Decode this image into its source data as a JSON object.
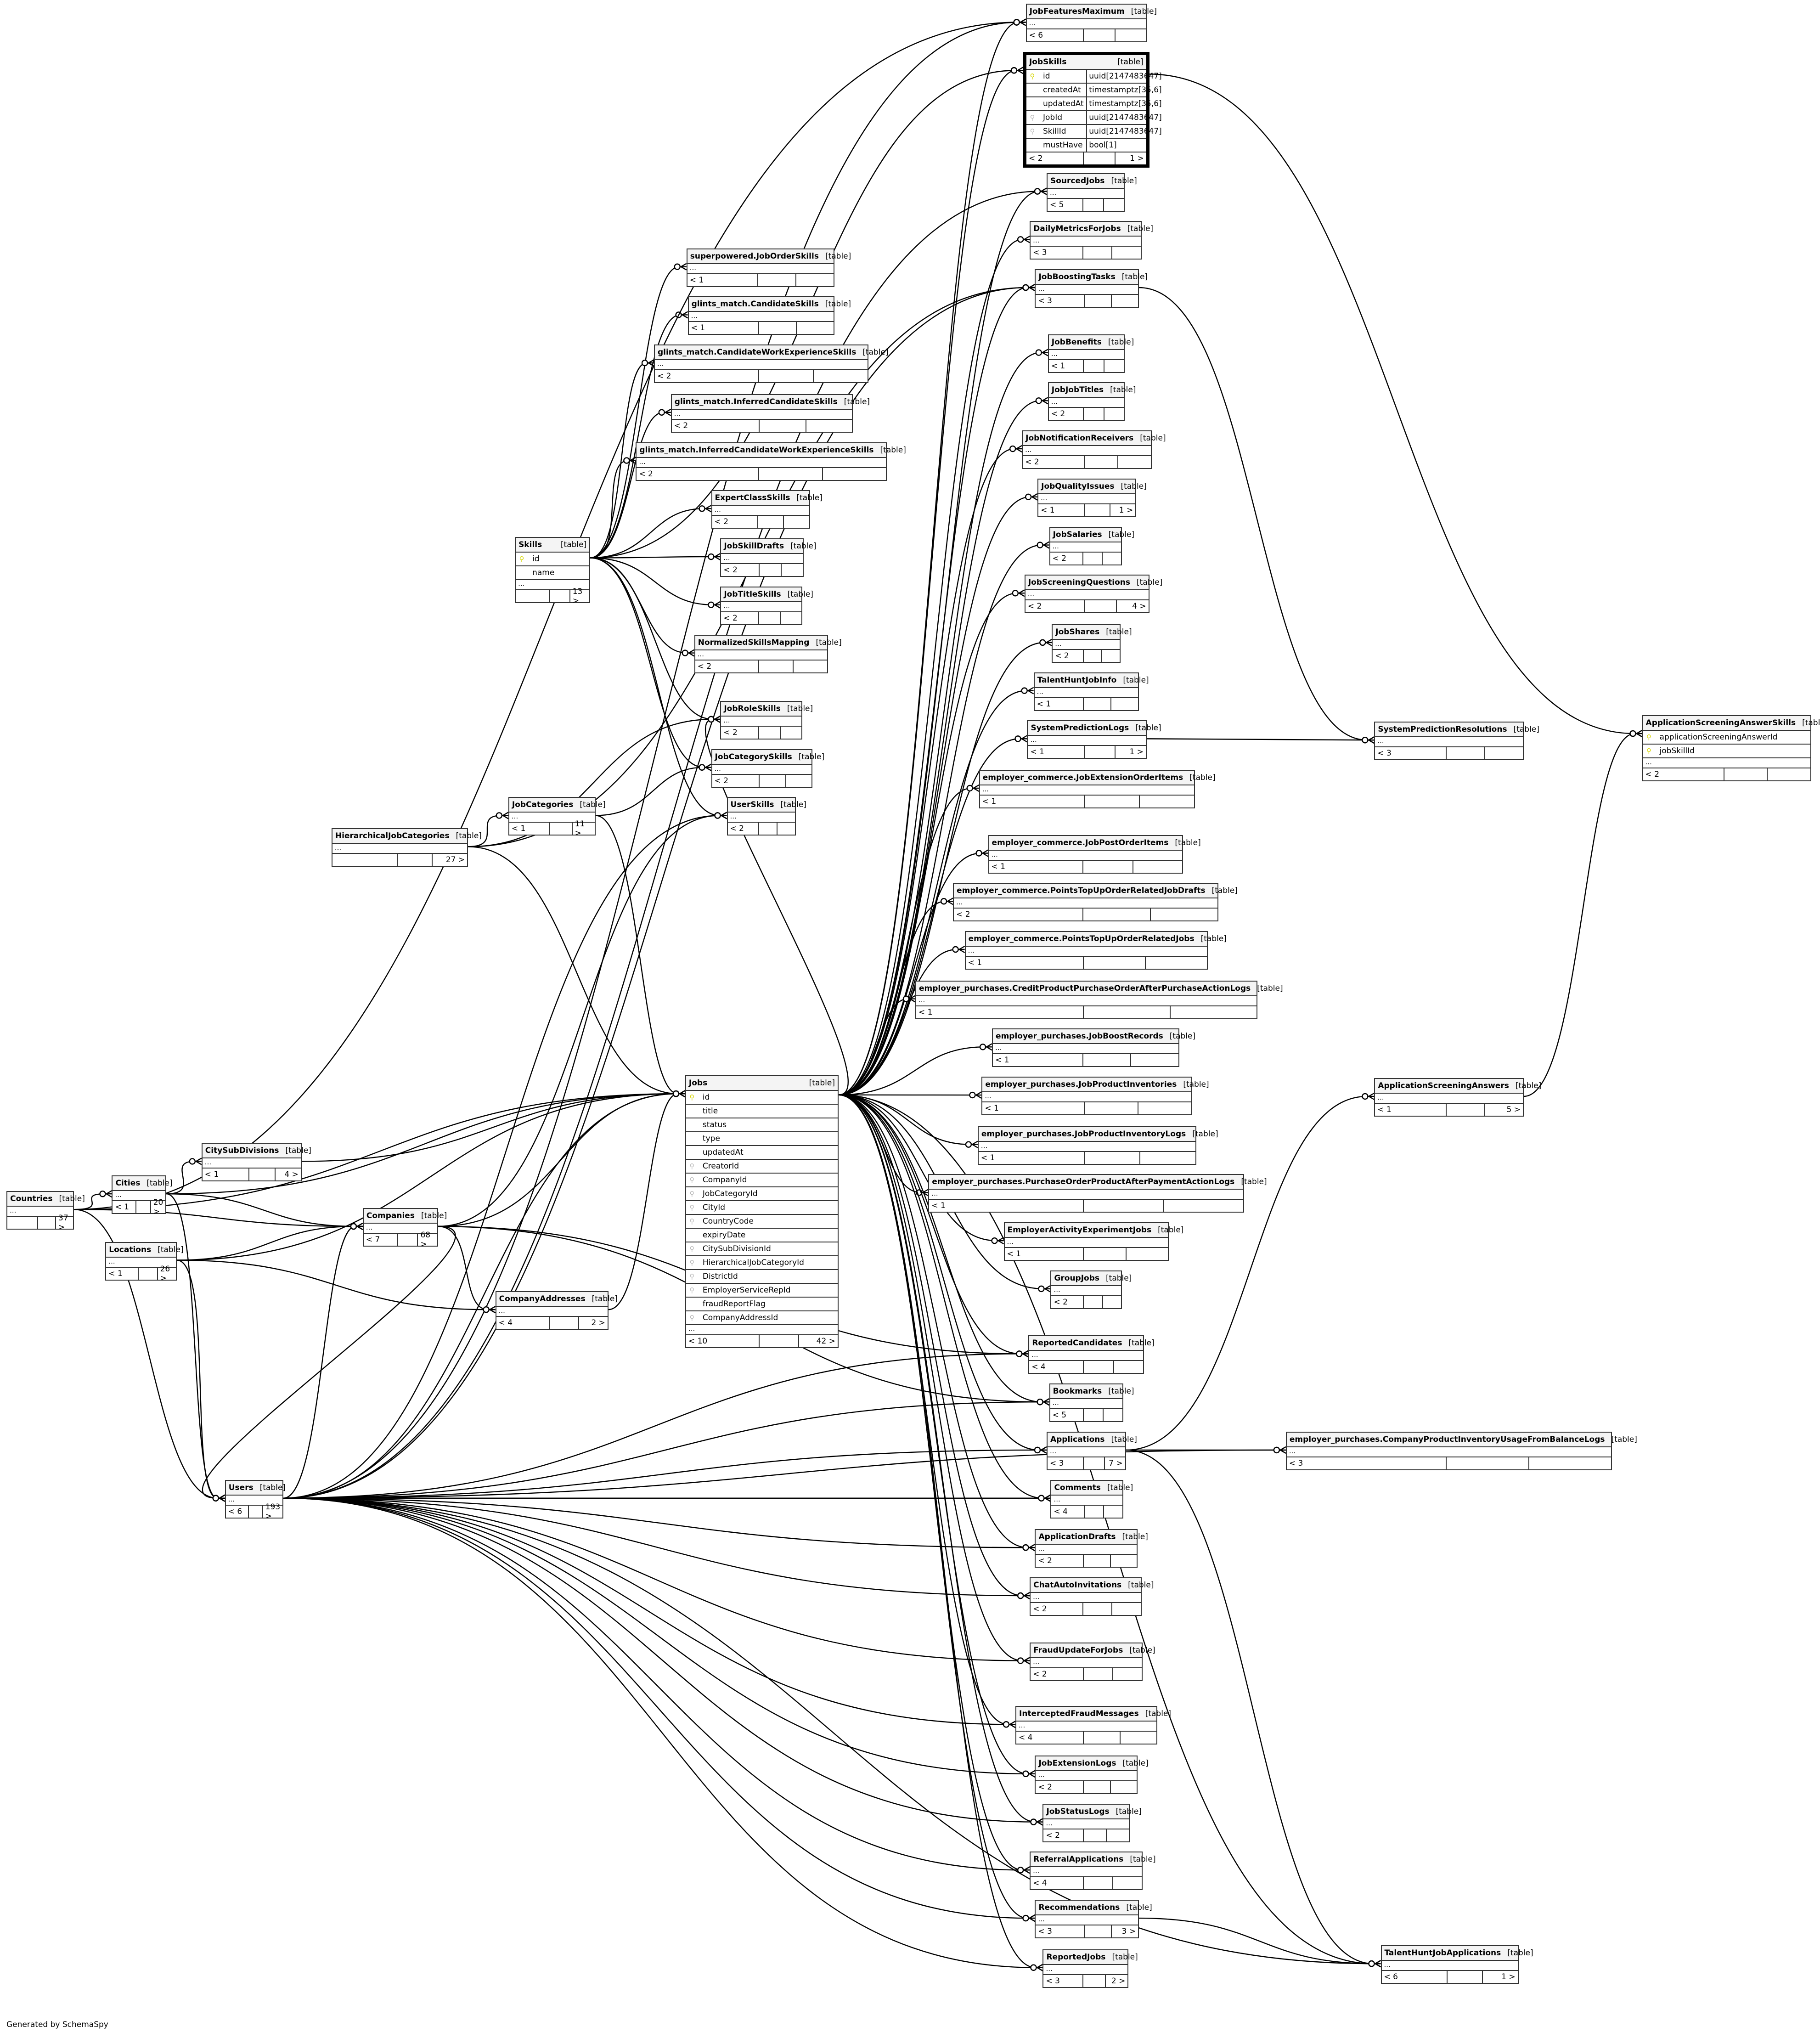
{
  "footer_text": "Generated by SchemaSpy",
  "table_type_label": "[table]",
  "tables": [
    {
      "name": "JobFeaturesMaximum",
      "ellipsis": "...",
      "footer": [
        "< 6",
        "",
        ""
      ]
    },
    {
      "name": "JobSkills",
      "columns": [
        {
          "name": "id",
          "key": "pk",
          "type": "uuid[2147483647]"
        },
        {
          "name": "createdAt",
          "key": "none",
          "type": "timestamptz[35,6]"
        },
        {
          "name": "updatedAt",
          "key": "none",
          "type": "timestamptz[35,6]"
        },
        {
          "name": "JobId",
          "key": "fk",
          "type": "uuid[2147483647]"
        },
        {
          "name": "SkillId",
          "key": "fk",
          "type": "uuid[2147483647]"
        },
        {
          "name": "mustHave",
          "key": "none",
          "type": "bool[1]"
        }
      ],
      "footer": [
        "< 2",
        "",
        "1 >"
      ]
    },
    {
      "name": "SourcedJobs",
      "ellipsis": "...",
      "footer": [
        "< 5",
        "",
        ""
      ]
    },
    {
      "name": "DailyMetricsForJobs",
      "ellipsis": "...",
      "footer": [
        "< 3",
        "",
        ""
      ]
    },
    {
      "name": "JobBoostingTasks",
      "ellipsis": "...",
      "footer": [
        "< 3",
        "",
        ""
      ]
    },
    {
      "name": "JobBenefits",
      "ellipsis": "...",
      "footer": [
        "< 1",
        "",
        ""
      ]
    },
    {
      "name": "JobJobTitles",
      "ellipsis": "...",
      "footer": [
        "< 2",
        "",
        ""
      ]
    },
    {
      "name": "JobNotificationReceivers",
      "ellipsis": "...",
      "footer": [
        "< 2",
        "",
        ""
      ]
    },
    {
      "name": "JobQualityIssues",
      "ellipsis": "...",
      "footer": [
        "< 1",
        "",
        "1 >"
      ]
    },
    {
      "name": "JobSalaries",
      "ellipsis": "...",
      "footer": [
        "< 2",
        "",
        ""
      ]
    },
    {
      "name": "JobScreeningQuestions",
      "ellipsis": "...",
      "footer": [
        "< 2",
        "",
        "4 >"
      ]
    },
    {
      "name": "JobShares",
      "ellipsis": "...",
      "footer": [
        "< 2",
        "",
        ""
      ]
    },
    {
      "name": "TalentHuntJobInfo",
      "ellipsis": "...",
      "footer": [
        "< 1",
        "",
        ""
      ]
    },
    {
      "name": "SystemPredictionLogs",
      "ellipsis": "...",
      "footer": [
        "< 1",
        "",
        "1 >"
      ]
    },
    {
      "name": "employer_commerce.JobExtensionOrderItems",
      "ellipsis": "...",
      "footer": [
        "< 1",
        "",
        ""
      ]
    },
    {
      "name": "employer_commerce.JobPostOrderItems",
      "ellipsis": "...",
      "footer": [
        "< 1",
        "",
        ""
      ]
    },
    {
      "name": "employer_commerce.PointsTopUpOrderRelatedJobDrafts",
      "ellipsis": "...",
      "footer": [
        "< 2",
        "",
        ""
      ]
    },
    {
      "name": "employer_commerce.PointsTopUpOrderRelatedJobs",
      "ellipsis": "...",
      "footer": [
        "< 1",
        "",
        ""
      ]
    },
    {
      "name": "employer_purchases.CreditProductPurchaseOrderAfterPurchaseActionLogs",
      "ellipsis": "...",
      "footer": [
        "< 1",
        "",
        ""
      ]
    },
    {
      "name": "employer_purchases.JobBoostRecords",
      "ellipsis": "...",
      "footer": [
        "< 1",
        "",
        ""
      ]
    },
    {
      "name": "employer_purchases.JobProductInventories",
      "ellipsis": "...",
      "footer": [
        "< 1",
        "",
        ""
      ]
    },
    {
      "name": "employer_purchases.JobProductInventoryLogs",
      "ellipsis": "...",
      "footer": [
        "< 1",
        "",
        ""
      ]
    },
    {
      "name": "employer_purchases.PurchaseOrderProductAfterPaymentActionLogs",
      "ellipsis": "...",
      "footer": [
        "< 1",
        "",
        ""
      ]
    },
    {
      "name": "EmployerActivityExperimentJobs",
      "ellipsis": "...",
      "footer": [
        "< 1",
        "",
        ""
      ]
    },
    {
      "name": "GroupJobs",
      "ellipsis": "...",
      "footer": [
        "< 2",
        "",
        ""
      ]
    },
    {
      "name": "ReportedCandidates",
      "ellipsis": "...",
      "footer": [
        "< 4",
        "",
        ""
      ]
    },
    {
      "name": "Bookmarks",
      "ellipsis": "...",
      "footer": [
        "< 5",
        "",
        ""
      ]
    },
    {
      "name": "Applications",
      "ellipsis": "...",
      "footer": [
        "< 3",
        "",
        "7 >"
      ]
    },
    {
      "name": "Comments",
      "ellipsis": "...",
      "footer": [
        "< 4",
        "",
        ""
      ]
    },
    {
      "name": "ApplicationDrafts",
      "ellipsis": "...",
      "footer": [
        "< 2",
        "",
        ""
      ]
    },
    {
      "name": "ChatAutoInvitations",
      "ellipsis": "...",
      "footer": [
        "< 2",
        "",
        ""
      ]
    },
    {
      "name": "FraudUpdateForJobs",
      "ellipsis": "...",
      "footer": [
        "< 2",
        "",
        ""
      ]
    },
    {
      "name": "InterceptedFraudMessages",
      "ellipsis": "...",
      "footer": [
        "< 4",
        "",
        ""
      ]
    },
    {
      "name": "JobExtensionLogs",
      "ellipsis": "...",
      "footer": [
        "< 2",
        "",
        ""
      ]
    },
    {
      "name": "JobStatusLogs",
      "ellipsis": "...",
      "footer": [
        "< 2",
        "",
        ""
      ]
    },
    {
      "name": "ReferralApplications",
      "ellipsis": "...",
      "footer": [
        "< 4",
        "",
        ""
      ]
    },
    {
      "name": "Recommendations",
      "ellipsis": "...",
      "footer": [
        "< 3",
        "",
        "3 >"
      ]
    },
    {
      "name": "ReportedJobs",
      "ellipsis": "...",
      "footer": [
        "< 3",
        "",
        "2 >"
      ]
    },
    {
      "name": "superpowered.JobOrderSkills",
      "ellipsis": "...",
      "footer": [
        "< 1",
        "",
        ""
      ]
    },
    {
      "name": "glints_match.CandidateSkills",
      "ellipsis": "...",
      "footer": [
        "< 1",
        "",
        ""
      ]
    },
    {
      "name": "glints_match.CandidateWorkExperienceSkills",
      "ellipsis": "...",
      "footer": [
        "< 2",
        "",
        ""
      ]
    },
    {
      "name": "glints_match.InferredCandidateSkills",
      "ellipsis": "...",
      "footer": [
        "< 2",
        "",
        ""
      ]
    },
    {
      "name": "glints_match.InferredCandidateWorkExperienceSkills",
      "ellipsis": "...",
      "footer": [
        "< 2",
        "",
        ""
      ]
    },
    {
      "name": "ExpertClassSkills",
      "ellipsis": "...",
      "footer": [
        "< 2",
        "",
        ""
      ]
    },
    {
      "name": "JobSkillDrafts",
      "ellipsis": "...",
      "footer": [
        "< 2",
        "",
        ""
      ]
    },
    {
      "name": "JobTitleSkills",
      "ellipsis": "...",
      "footer": [
        "< 2",
        "",
        ""
      ]
    },
    {
      "name": "NormalizedSkillsMapping",
      "ellipsis": "...",
      "footer": [
        "< 2",
        "",
        ""
      ]
    },
    {
      "name": "JobRoleSkills",
      "ellipsis": "...",
      "footer": [
        "< 2",
        "",
        ""
      ]
    },
    {
      "name": "JobCategorySkills",
      "ellipsis": "...",
      "footer": [
        "< 2",
        "",
        ""
      ]
    },
    {
      "name": "UserSkills",
      "ellipsis": "...",
      "footer": [
        "< 2",
        "",
        ""
      ]
    },
    {
      "name": "JobCategories",
      "ellipsis": "...",
      "footer": [
        "< 1",
        "",
        "11 >"
      ]
    },
    {
      "name": "HierarchicalJobCategories",
      "ellipsis": "...",
      "footer": [
        "",
        "",
        "27 >"
      ]
    },
    {
      "name": "Skills",
      "columns": [
        {
          "name": "id",
          "key": "pk"
        },
        {
          "name": "name",
          "key": "none"
        }
      ],
      "ellipsis": "...",
      "footer": [
        "",
        "",
        "13 >"
      ]
    },
    {
      "name": "Jobs",
      "columns": [
        {
          "name": "id",
          "key": "pk"
        },
        {
          "name": "title",
          "key": "none"
        },
        {
          "name": "status",
          "key": "none"
        },
        {
          "name": "type",
          "key": "none"
        },
        {
          "name": "updatedAt",
          "key": "none"
        },
        {
          "name": "CreatorId",
          "key": "fk"
        },
        {
          "name": "CompanyId",
          "key": "fk"
        },
        {
          "name": "JobCategoryId",
          "key": "fk"
        },
        {
          "name": "CityId",
          "key": "fk"
        },
        {
          "name": "CountryCode",
          "key": "fk"
        },
        {
          "name": "expiryDate",
          "key": "none"
        },
        {
          "name": "CitySubDivisionId",
          "key": "fk"
        },
        {
          "name": "HierarchicalJobCategoryId",
          "key": "fk"
        },
        {
          "name": "DistrictId",
          "key": "fk"
        },
        {
          "name": "EmployerServiceRepId",
          "key": "fk"
        },
        {
          "name": "fraudReportFlag",
          "key": "none"
        },
        {
          "name": "CompanyAddressId",
          "key": "fk"
        }
      ],
      "ellipsis": "...",
      "footer": [
        "< 10",
        "",
        "42 >"
      ]
    },
    {
      "name": "Countries",
      "ellipsis": "...",
      "footer": [
        "",
        "",
        "37 >"
      ]
    },
    {
      "name": "Cities",
      "ellipsis": "...",
      "footer": [
        "< 1",
        "",
        "20 >"
      ]
    },
    {
      "name": "CitySubDivisions",
      "ellipsis": "...",
      "footer": [
        "< 1",
        "",
        "4 >"
      ]
    },
    {
      "name": "Locations",
      "ellipsis": "...",
      "footer": [
        "< 1",
        "",
        "26 >"
      ]
    },
    {
      "name": "Companies",
      "ellipsis": "...",
      "footer": [
        "< 7",
        "",
        "68 >"
      ]
    },
    {
      "name": "CompanyAddresses",
      "ellipsis": "...",
      "footer": [
        "< 4",
        "",
        "2 >"
      ]
    },
    {
      "name": "Users",
      "ellipsis": "...",
      "footer": [
        "< 6",
        "",
        "193 >"
      ]
    },
    {
      "name": "SystemPredictionResolutions",
      "ellipsis": "...",
      "footer": [
        "< 3",
        "",
        ""
      ]
    },
    {
      "name": "ApplicationScreeningAnswerSkills",
      "columns": [
        {
          "name": "applicationScreeningAnswerId",
          "key": "pk"
        },
        {
          "name": "jobSkillId",
          "key": "pk"
        }
      ],
      "ellipsis": "...",
      "footer": [
        "< 2",
        "",
        ""
      ]
    },
    {
      "name": "ApplicationScreeningAnswers",
      "ellipsis": "...",
      "footer": [
        "< 1",
        "",
        "5 >"
      ]
    },
    {
      "name": "employer_purchases.CompanyProductInventoryUsageFromBalanceLogs",
      "ellipsis": "...",
      "footer": [
        "< 3",
        "",
        ""
      ]
    },
    {
      "name": "TalentHuntJobApplications",
      "ellipsis": "...",
      "footer": [
        "< 6",
        "",
        "1 >"
      ]
    }
  ]
}
